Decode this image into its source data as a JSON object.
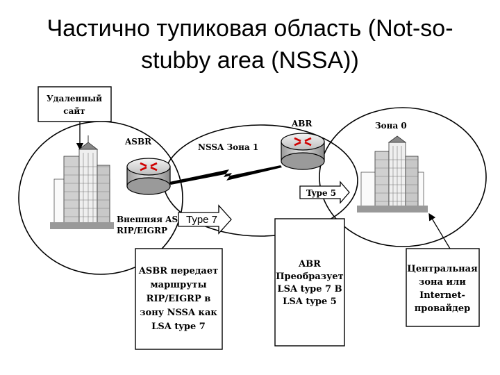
{
  "title_line1": "Частично тупиковая область (Not-so-",
  "title_line2": "stubby area (NSSA))",
  "remote_site": {
    "line1": "Удаленный",
    "line2": "сайт"
  },
  "asbr_label": "ASBR",
  "abr_label": "ABR",
  "nssa_zone_label": "NSSA Зона 1",
  "zone0_label": "Зона 0",
  "external_as": {
    "line1": "Внешняя AS",
    "line2": "RIP/EIGRP"
  },
  "type7_label": "Type 7",
  "type5_label": "Type 5",
  "asbr_box": [
    "ASBR передает",
    "маршруты",
    "RIP/EIGRP в",
    "зону NSSA как",
    "LSA type 7"
  ],
  "abr_box": [
    "ABR",
    "Преобразует",
    "LSA type 7 В",
    "LSA type 5"
  ],
  "central_box": [
    "Центральная",
    "зона или",
    "Internet-",
    "провайдер"
  ]
}
